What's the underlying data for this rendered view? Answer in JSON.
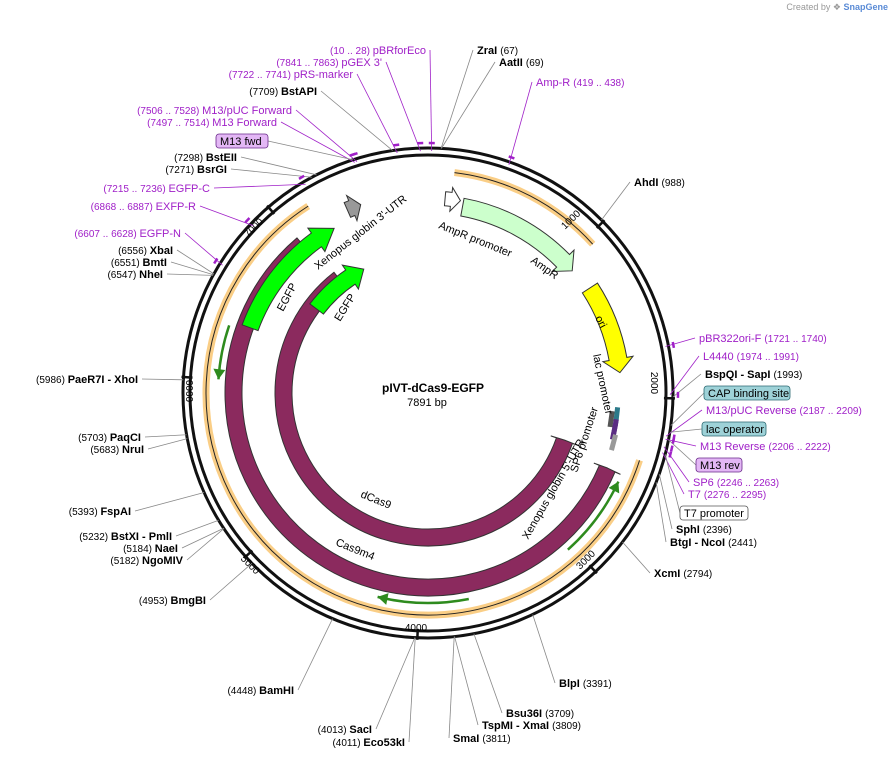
{
  "credit": {
    "prefix": "Created by",
    "brand": "SnapGene"
  },
  "plasmid": {
    "name": "pIVT-dCas9-EGFP",
    "size_label": "7891 bp",
    "total_bp": 7891
  },
  "ticks": [
    1000,
    2000,
    3000,
    4000,
    5000,
    6000,
    7000
  ],
  "colors": {
    "ampr": "#ccffcc",
    "ori": "#ffff00",
    "egfp": "#00ff00",
    "cas9": "#8b2a5e",
    "orange_band": "#f5a623",
    "feature_text": "#a020c8",
    "grey_arrow": "#999999"
  },
  "enzymes": [
    {
      "name": "ZraI",
      "pos": "(67)",
      "bp": 67
    },
    {
      "name": "AatII",
      "pos": "(69)",
      "bp": 69
    },
    {
      "name": "AhdI",
      "pos": "(988)",
      "bp": 988
    },
    {
      "name": "BspQI  - SapI",
      "pos": "(1993)",
      "bp": 1993
    },
    {
      "name": "SphI",
      "pos": "(2396)",
      "bp": 2396
    },
    {
      "name": "BtgI  - NcoI",
      "pos": "(2441)",
      "bp": 2441
    },
    {
      "name": "XcmI",
      "pos": "(2794)",
      "bp": 2794
    },
    {
      "name": "BlpI",
      "pos": "(3391)",
      "bp": 3391
    },
    {
      "name": "Bsu36I",
      "pos": "(3709)",
      "bp": 3709
    },
    {
      "name": "TspMI  - XmaI",
      "pos": "(3809)",
      "bp": 3809
    },
    {
      "name": "SmaI",
      "pos": "(3811)",
      "bp": 3811
    },
    {
      "name": "SacI",
      "pos": "(4013)",
      "bp": 4013
    },
    {
      "name": "Eco53kI",
      "pos": "(4011)",
      "bp": 4011
    },
    {
      "name": "BamHI",
      "pos": "(4448)",
      "bp": 4448
    },
    {
      "name": "BmgBI",
      "pos": "(4953)",
      "bp": 4953
    },
    {
      "name": "NgoMIV",
      "pos": "(5182)",
      "bp": 5182
    },
    {
      "name": "NaeI",
      "pos": "(5184)",
      "bp": 5184
    },
    {
      "name": "BstXI  - PmlI",
      "pos": "(5232)",
      "bp": 5232
    },
    {
      "name": "FspAI",
      "pos": "(5393)",
      "bp": 5393
    },
    {
      "name": "NruI",
      "pos": "(5683)",
      "bp": 5683
    },
    {
      "name": "PaqCI",
      "pos": "(5703)",
      "bp": 5703
    },
    {
      "name": "PaeR7I  - XhoI",
      "pos": "(5986)",
      "bp": 5986
    },
    {
      "name": "NheI",
      "pos": "(6547)",
      "bp": 6547
    },
    {
      "name": "BmtI",
      "pos": "(6551)",
      "bp": 6551
    },
    {
      "name": "XbaI",
      "pos": "(6556)",
      "bp": 6556
    },
    {
      "name": "BsrGI",
      "pos": "(7271)",
      "bp": 7271
    },
    {
      "name": "BstEII",
      "pos": "(7298)",
      "bp": 7298
    },
    {
      "name": "BstAPI",
      "pos": "(7709)",
      "bp": 7709
    }
  ],
  "primers_features": [
    {
      "name": "pBRforEco",
      "pos": "(10 .. 28)",
      "bp": 19
    },
    {
      "name": "pGEX 3'",
      "pos": "(7841 .. 7863)",
      "bp": 7852
    },
    {
      "name": "pRS-marker",
      "pos": "(7722 .. 7741)",
      "bp": 7731
    },
    {
      "name": "M13/pUC Forward",
      "pos": "(7506 .. 7528)",
      "bp": 7517
    },
    {
      "name": "M13 Forward",
      "pos": "(7497 .. 7514)",
      "bp": 7505
    },
    {
      "name": "EGFP-C",
      "pos": "(7215 .. 7236)",
      "bp": 7225
    },
    {
      "name": "EXFP-R",
      "pos": "(6868 .. 6887)",
      "bp": 6877
    },
    {
      "name": "EGFP-N",
      "pos": "(6607 .. 6628)",
      "bp": 6617
    },
    {
      "name": "Amp-R",
      "pos": "(419 .. 438)",
      "bp": 428
    },
    {
      "name": "pBR322ori-F",
      "pos": "(1721 .. 1740)",
      "bp": 1730
    },
    {
      "name": "L4440",
      "pos": "(1974 .. 1991)",
      "bp": 1982
    },
    {
      "name": "M13/pUC Reverse",
      "pos": "(2187 .. 2209)",
      "bp": 2198
    },
    {
      "name": "M13 Reverse",
      "pos": "(2206 .. 2222)",
      "bp": 2214
    },
    {
      "name": "SP6",
      "pos": "(2246 .. 2263)",
      "bp": 2254
    },
    {
      "name": "T7",
      "pos": "(2276 .. 2295)",
      "bp": 2285
    }
  ],
  "boxed_labels": [
    {
      "name": "M13 fwd",
      "style": "purple"
    },
    {
      "name": "CAP binding site",
      "style": "teal"
    },
    {
      "name": "lac operator",
      "style": "teal"
    },
    {
      "name": "M13 rev",
      "style": "purple"
    },
    {
      "name": "T7 promoter",
      "style": "white"
    }
  ],
  "inner_labels": {
    "ampr_promoter": "AmpR promoter",
    "ampr": "AmpR",
    "ori": "ori",
    "lac_promoter": "lac promoter",
    "sp6_promoter": "SP6 promoter",
    "xenopus_5": "Xenopus globin 5'-UTR",
    "xenopus_3": "Xenopus globin 3'-UTR",
    "egfp_outer": "EGFP",
    "egfp_inner": "EGFP",
    "cas9m4": "Cas9m4",
    "dcas9": "dCas9"
  }
}
